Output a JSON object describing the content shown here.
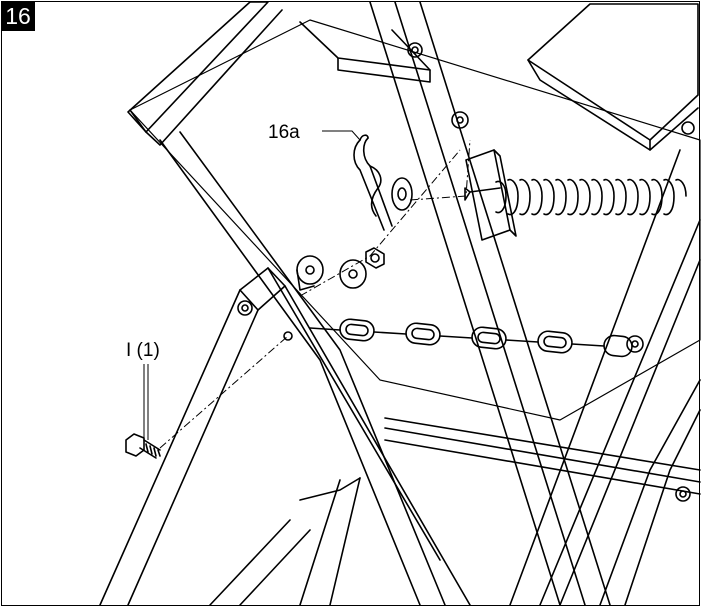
{
  "step": {
    "number": "16"
  },
  "callouts": {
    "pin_label": "16a",
    "bolt_label": "I (1)"
  },
  "parts": {
    "chain_link_count": 5,
    "spring_coil_count": 12
  },
  "colors": {
    "line": "#000000",
    "background": "#ffffff",
    "badge_background": "#000000",
    "badge_text": "#ffffff"
  }
}
